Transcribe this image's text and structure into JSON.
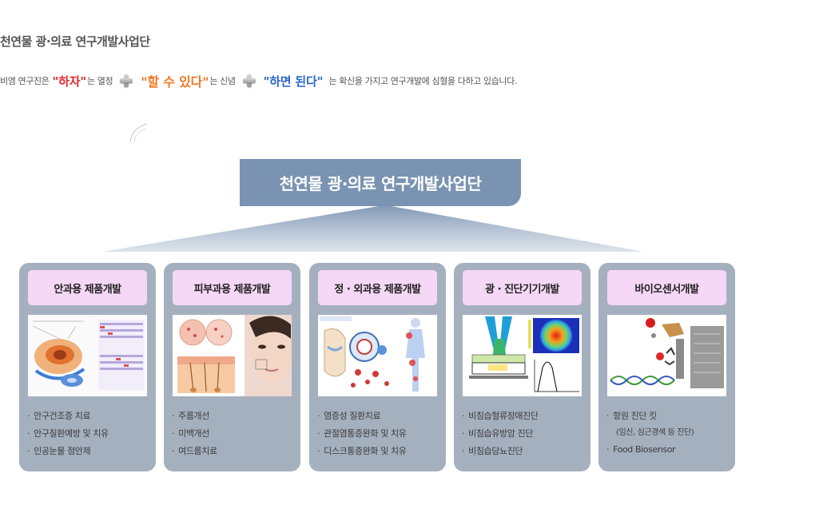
{
  "page": {
    "title": "천연물 광·의료 연구개발사업단",
    "slogan": {
      "prefix": "비엠 연구진은",
      "quote1": "\"하자\"",
      "after1": "는 열정",
      "quote2": "\"할 수 있다\"",
      "after2": "는 신념",
      "quote3": "\"하면 된다\"",
      "after3": "는 확신을 가지고 연구개발에 심혈을 다하고 있습니다."
    }
  },
  "org": {
    "header": "천연물 광·의료 연구개발사업단",
    "colors": {
      "header_bg": "#7a93b2",
      "card_bg": "#a5b0bf",
      "label_bg": "#f5d7f6"
    },
    "cards": [
      {
        "label": "안과용 제품개발",
        "image": "eye-research-diagram",
        "items": [
          "안구건조증 치료",
          "안구질환예방 및 치유",
          "인공눈물 점안제"
        ]
      },
      {
        "label": "피부과용 제품개발",
        "image": "skin-face-diagram",
        "items": [
          "주름개선",
          "미백개선",
          "여드름치료"
        ]
      },
      {
        "label": "정 · 외과용 제품개발",
        "image": "joint-inflammation-diagram",
        "items": [
          "염증성 질환치료",
          "관절염통증완화 및 치유",
          "디스크통증완화 및 치유"
        ]
      },
      {
        "label": "광 · 진단기기개발",
        "image": "light-diagnostic-diagram",
        "items": [
          "비침습혈류장애진단",
          "비침습유방암 진단",
          "비침습당뇨진단"
        ]
      },
      {
        "label": "바이오센서개발",
        "image": "biosensor-diagram",
        "items": [
          "항원 진단 킷",
          "(임신,  심근경색 등 진단)",
          "Food Biosensor"
        ]
      }
    ]
  }
}
